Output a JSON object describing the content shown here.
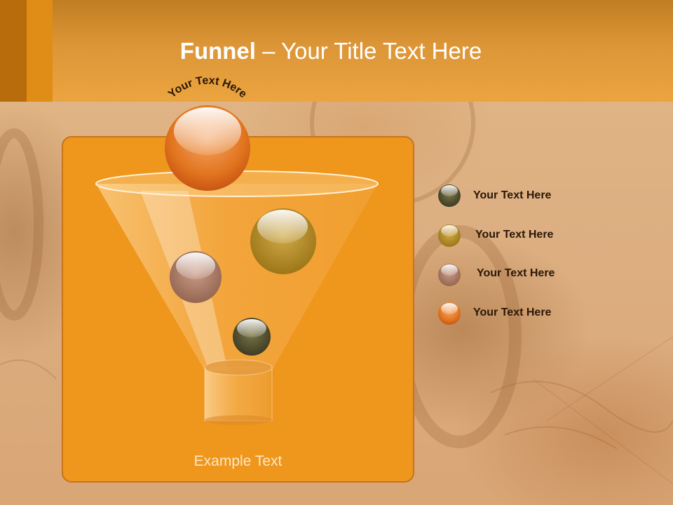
{
  "title": {
    "bold": "Funnel",
    "dash": " – ",
    "rest": "Your Title Text Here"
  },
  "top_ball": {
    "arc_text": "Your Text Here"
  },
  "panel": {
    "caption": "Example Text"
  },
  "legend": [
    {
      "label": "Your  Text Here",
      "color": "#4d4a2d"
    },
    {
      "label": "Your  Text Here",
      "color": "#a87e1d"
    },
    {
      "label": "Your  Text Here",
      "color": "#a4745f"
    },
    {
      "label": "Your  Text Here",
      "color": "#e26a1a"
    }
  ],
  "colors": {
    "header": "#eba43f",
    "panel": "#ef961d",
    "title_text": "#ffffff"
  }
}
